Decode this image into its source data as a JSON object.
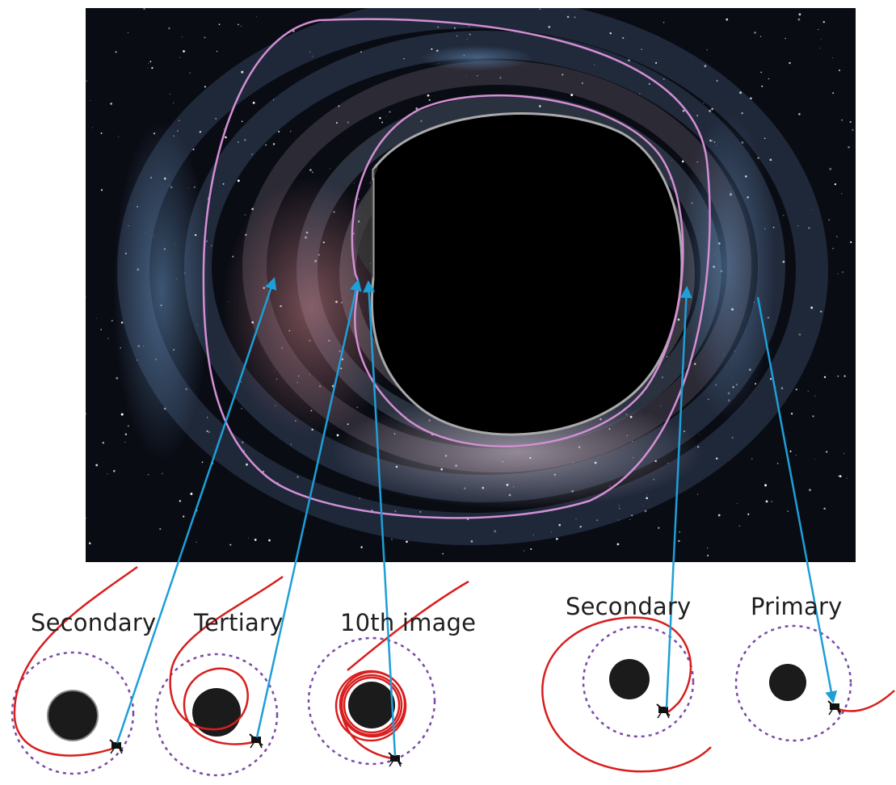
{
  "labels": {
    "secondary_left": "Secondary",
    "tertiary": "Tertiary",
    "tenth_image": "10th image",
    "secondary_right": "Secondary",
    "primary": "Primary"
  },
  "colors": {
    "space_background": "#0a0c14",
    "shadow": "#000000",
    "critical_curve": "#d38fd4",
    "pointer_arrow": "#1e9fd8",
    "light_ray": "#d81e1e",
    "photon_sphere": "#7a4aa8",
    "hole_disk": "#1b1b1b",
    "caption_text": "#1f1f1f"
  },
  "icons": {
    "probe": "spacecraft-icon"
  }
}
